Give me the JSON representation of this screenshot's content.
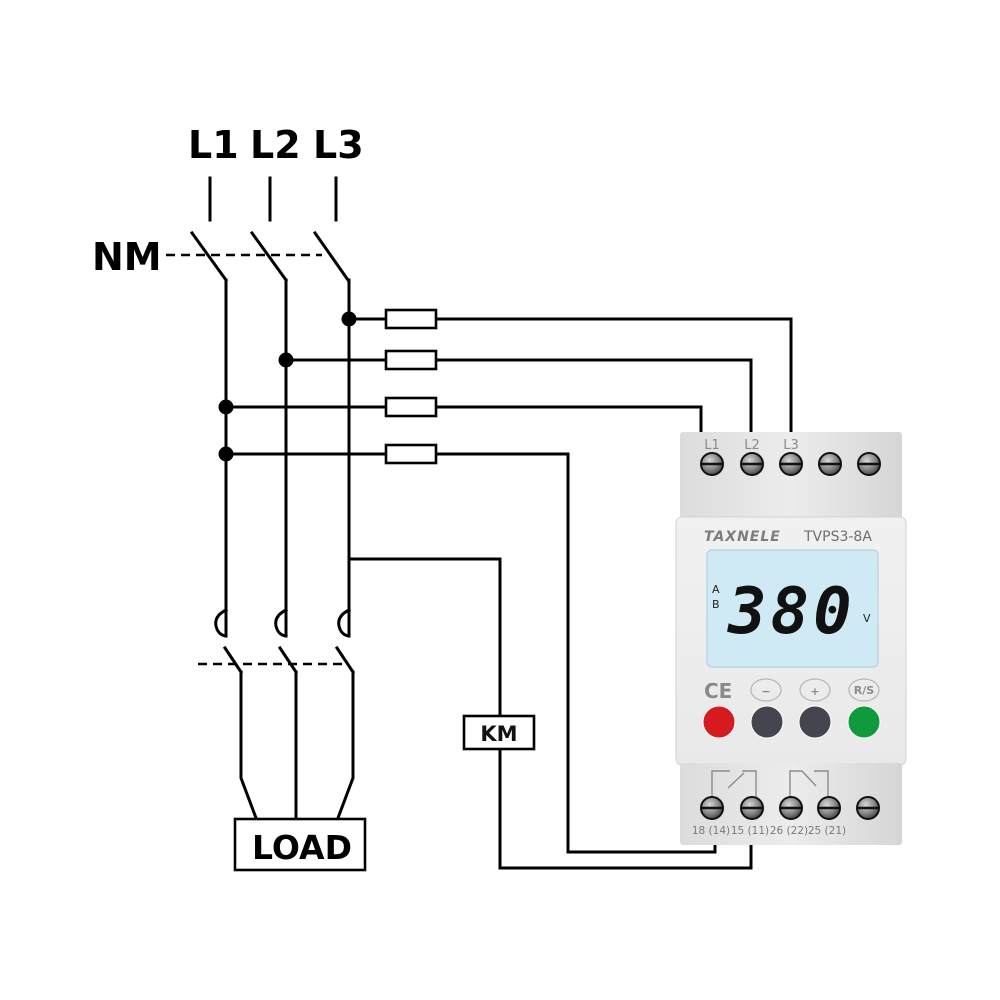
{
  "diagram": {
    "phase_labels": [
      "L1",
      "L2",
      "L3"
    ],
    "main_switch_label": "NM",
    "load_label": "LOAD",
    "contactor_label": "KM",
    "fuse_count": 4
  },
  "device": {
    "brand": "TAXNELE",
    "model": "TVPS3-8A",
    "input_terminal_labels": [
      "L1",
      "L2",
      "L3",
      "",
      ""
    ],
    "display": {
      "value": "380",
      "unit": "V",
      "indicator_a": "A",
      "indicator_b": "B",
      "background_color": "#cfeaf4"
    },
    "certification_mark": "CE",
    "buttons": [
      {
        "name": "indicator-red",
        "symbol": "",
        "color": "#d71920"
      },
      {
        "name": "minus-button",
        "symbol": "−",
        "color": "#45454f"
      },
      {
        "name": "plus-button",
        "symbol": "+",
        "color": "#45454f"
      },
      {
        "name": "reset-set-button",
        "symbol": "R/S",
        "color": "#0f9a3c"
      }
    ],
    "relay_terminal_labels": [
      "18 (14)",
      "15 (11)",
      "26 (22)",
      "25 (21)"
    ]
  }
}
